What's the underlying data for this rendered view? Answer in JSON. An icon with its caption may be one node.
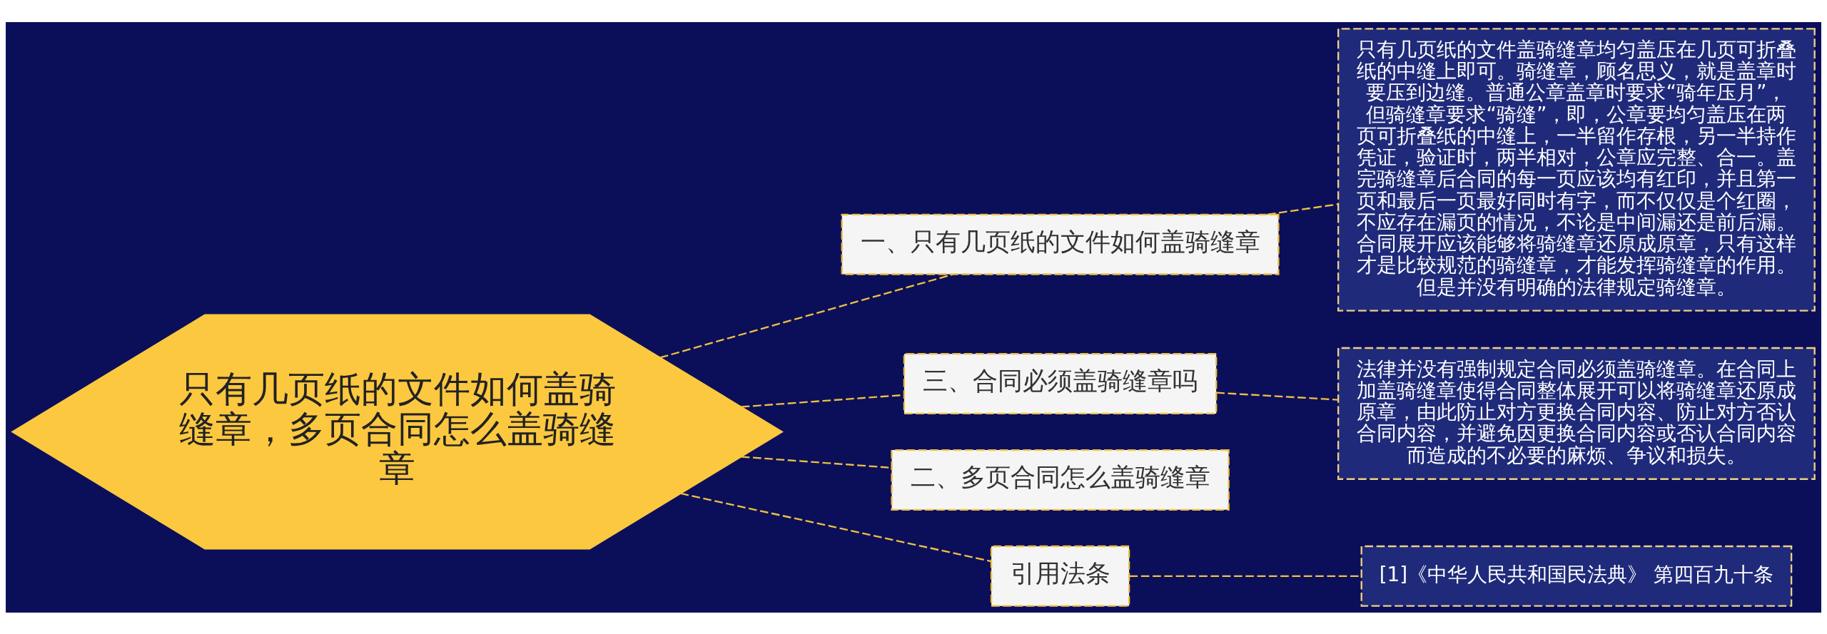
{
  "diagram": {
    "nodes": [
      {
        "text": [
          "只有几页纸的文件如何盖骑缝章，多页合同怎么盖骑缝章"
        ]
      },
      {
        "text": [
          "一、只有几页纸的文件如何盖骑缝章"
        ]
      },
      {
        "text": [
          "只有几页纸的文件盖骑缝章均匀盖压在几页可折叠纸的中缝上即可。骑缝章，顾名思义，就是盖章时要压到边缝。普通公章盖章时要求“骑年压月”，但骑缝章要求“骑缝”，即，公章要均匀盖压在两页可折叠纸的中缝上，一半留作存根，另一半持作凭证，验证时，两半相对，公章应完整、合一。盖完骑缝章后合同的每一页应该均有红印，并且第一页和最后一页最好同时有字，而不仅仅是个红圈，不应存在漏页的情况，不论是中间漏还是前后漏。合同展开应该能够将骑缝章还原成原章，只有这样才是比较规范的骑缝章，才能发挥骑缝章的作用。但是并没有明确的法律规定骑缝章。"
        ]
      },
      {
        "text": [
          "三、合同必须盖骑缝章吗"
        ]
      },
      {
        "text": [
          "法律并没有强制规定合同必须盖骑缝章。在合同上加盖骑缝章使得合同整体展开可以将骑缝章还原成原章，由此防止对方更换合同内容、防止对方否认合同内容，并避免因更换合同内容或否认合同内容而造成的不必要的麻烦、争议和损失。"
        ]
      },
      {
        "text": [
          "二、多页合同怎么盖骑缝章"
        ]
      },
      {
        "text": [
          "引用法条"
        ]
      },
      {
        "text": [
          "[1]《中华人民共和国民法典》 第四百九十条"
        ]
      }
    ],
    "edges": [
      {
        "from": 0,
        "to": 1,
        "arrow": "none",
        "style": "dashed"
      },
      {
        "from": 1,
        "to": 2,
        "arrow": "none",
        "style": "dashed"
      },
      {
        "from": 0,
        "to": 3,
        "arrow": "none",
        "style": "dashed"
      },
      {
        "from": 3,
        "to": 4,
        "arrow": "none",
        "style": "dashed"
      },
      {
        "from": 0,
        "to": 5,
        "arrow": "none",
        "style": "dashed"
      },
      {
        "from": 0,
        "to": 6,
        "arrow": "none",
        "style": "dashed"
      },
      {
        "from": 6,
        "to": 7,
        "arrow": "none",
        "style": "dashed"
      }
    ]
  }
}
